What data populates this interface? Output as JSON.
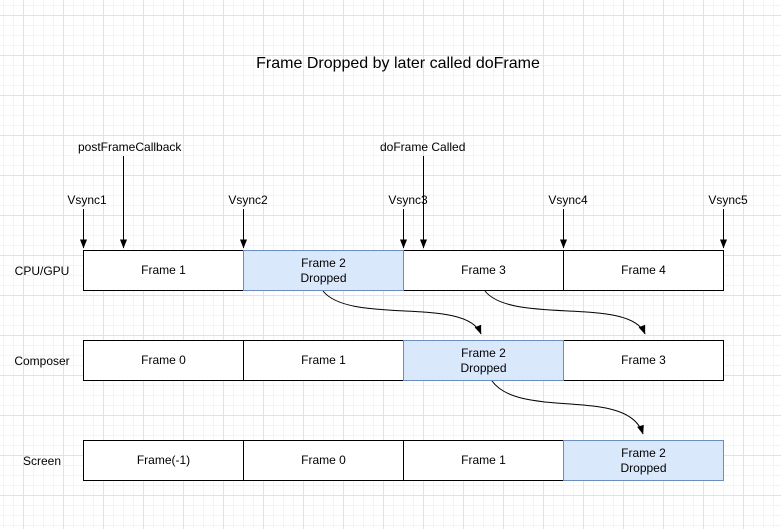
{
  "title": "Frame Dropped by later called doFrame",
  "annotations": {
    "post_frame_callback": "postFrameCallback",
    "do_frame_called": "doFrame Called"
  },
  "vsync_labels": [
    "Vsync1",
    "Vsync2",
    "Vsync3",
    "Vsync4",
    "Vsync5"
  ],
  "rows": [
    {
      "label": "CPU/GPU",
      "frames": [
        {
          "label": "Frame 1",
          "dropped": false
        },
        {
          "label": "Frame 2\nDropped",
          "dropped": true
        },
        {
          "label": "Frame 3",
          "dropped": false
        },
        {
          "label": "Frame 4",
          "dropped": false
        }
      ]
    },
    {
      "label": "Composer",
      "frames": [
        {
          "label": "Frame 0",
          "dropped": false
        },
        {
          "label": "Frame 1",
          "dropped": false
        },
        {
          "label": "Frame 2\nDropped",
          "dropped": true
        },
        {
          "label": "Frame 3",
          "dropped": false
        }
      ]
    },
    {
      "label": "Screen",
      "frames": [
        {
          "label": "Frame(-1)",
          "dropped": false
        },
        {
          "label": "Frame 0",
          "dropped": false
        },
        {
          "label": "Frame 1",
          "dropped": false
        },
        {
          "label": "Frame 2\nDropped",
          "dropped": true
        }
      ]
    }
  ],
  "colors": {
    "dropped_fill": "#dae8fc",
    "dropped_border": "#6c8ebf",
    "box_border": "#000000",
    "arrow": "#000000",
    "grid_major": "#e2e2e2",
    "grid_minor": "#f4f4f4"
  }
}
